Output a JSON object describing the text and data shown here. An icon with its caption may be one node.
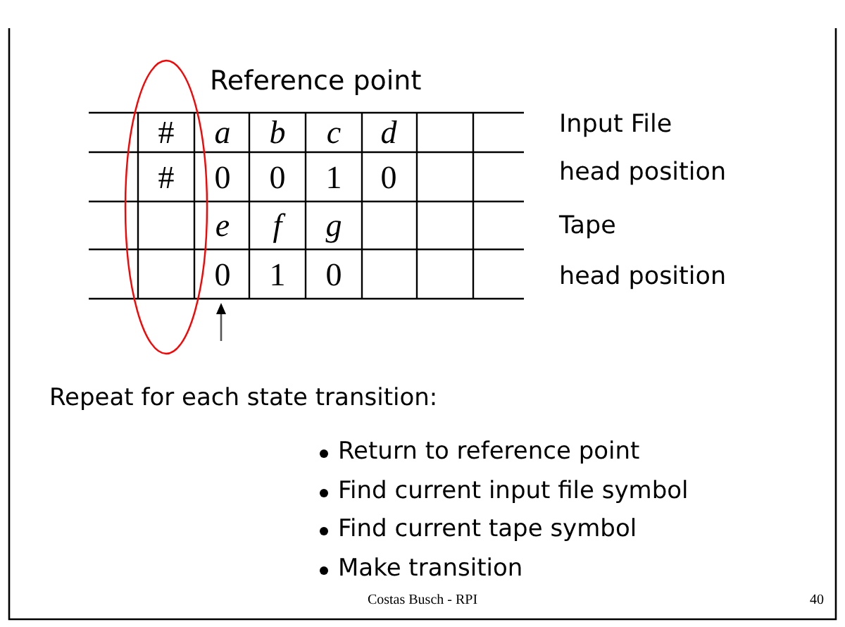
{
  "diagram": {
    "labels": [
      "Reference point",
      "#",
      "a",
      "b",
      "c",
      "d",
      "Input File",
      "#",
      "0",
      "0",
      "1",
      "0",
      "head position",
      "e",
      "f",
      "g",
      "Tape",
      "0",
      "1",
      "0",
      "head position",
      "Repeat for each state transition:",
      "Return to reference point",
      "Find current input file symbol",
      "Find current tape symbol",
      "Make transition",
      "Costas Busch - RPI",
      "40"
    ]
  }
}
